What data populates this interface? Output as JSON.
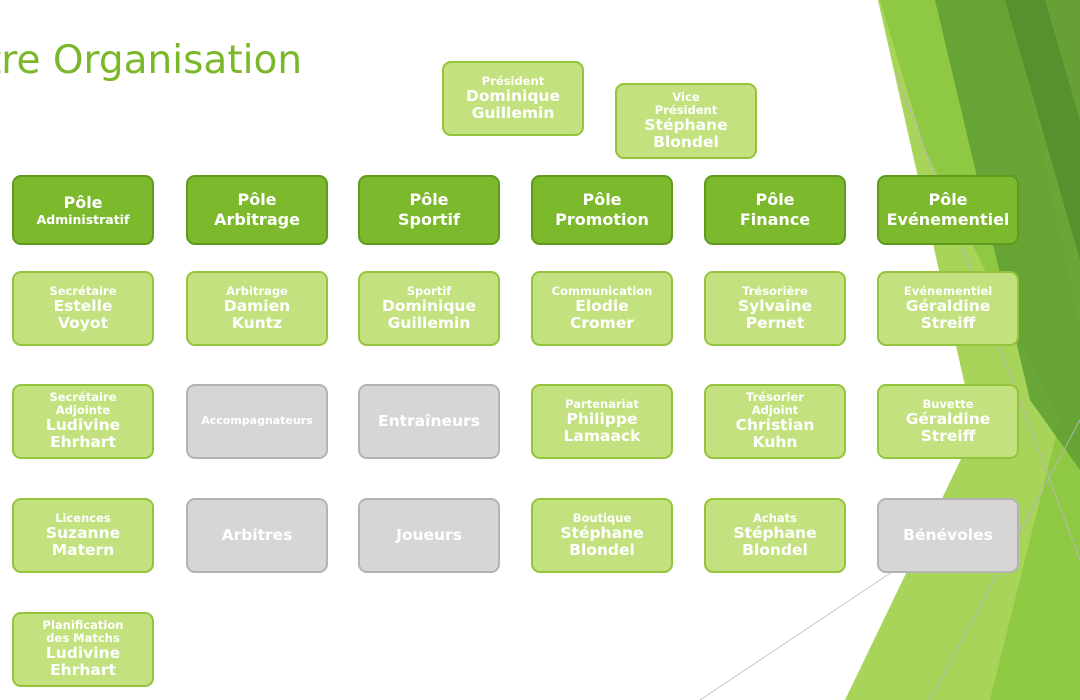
{
  "slide": {
    "title": "tre Organisation",
    "accent_color": "#7ab829"
  },
  "leaders": [
    {
      "role": "Président",
      "name_lines": [
        "Dominique",
        "Guillemin"
      ]
    },
    {
      "role": "Vice Président",
      "role_lines": [
        "Vice",
        "Président"
      ],
      "name_lines": [
        "Stéphane",
        "Blondel"
      ]
    }
  ],
  "poles": [
    {
      "label_lines": [
        "Pôle",
        "Administratif"
      ]
    },
    {
      "label_lines": [
        "Pôle",
        "Arbitrage"
      ]
    },
    {
      "label_lines": [
        "Pôle",
        "Sportif"
      ]
    },
    {
      "label_lines": [
        "Pôle",
        "Promotion"
      ]
    },
    {
      "label_lines": [
        "Pôle",
        "Finance"
      ]
    },
    {
      "label_lines": [
        "Pôle",
        "Evénementiel"
      ]
    }
  ],
  "members": [
    [
      {
        "role_lines": [
          "Secrétaire"
        ],
        "name_lines": [
          "Estelle",
          "Voyot"
        ],
        "style": "light"
      },
      {
        "role_lines": [
          "Secrétaire",
          "Adjointe"
        ],
        "name_lines": [
          "Ludivine",
          "Ehrhart"
        ],
        "style": "light"
      },
      {
        "role_lines": [
          "Licences"
        ],
        "name_lines": [
          "Suzanne",
          "Matern"
        ],
        "style": "light"
      },
      {
        "role_lines": [
          "Planification",
          "des Matchs"
        ],
        "name_lines": [
          "Ludivine",
          "Ehrhart"
        ],
        "style": "light"
      }
    ],
    [
      {
        "role_lines": [
          "Arbitrage"
        ],
        "name_lines": [
          "Damien",
          "Kuntz"
        ],
        "style": "light"
      },
      {
        "role_lines": [],
        "name_lines": [
          "Accompagnateurs"
        ],
        "style": "gray"
      },
      {
        "role_lines": [],
        "name_lines": [
          "Arbitres"
        ],
        "style": "gray"
      }
    ],
    [
      {
        "role_lines": [
          "Sportif"
        ],
        "name_lines": [
          "Dominique",
          "Guillemin"
        ],
        "style": "light"
      },
      {
        "role_lines": [],
        "name_lines": [
          "Entraîneurs"
        ],
        "style": "gray"
      },
      {
        "role_lines": [],
        "name_lines": [
          "Joueurs"
        ],
        "style": "gray"
      }
    ],
    [
      {
        "role_lines": [
          "Communication"
        ],
        "name_lines": [
          "Elodie",
          "Cromer"
        ],
        "style": "light"
      },
      {
        "role_lines": [
          "Partenariat"
        ],
        "name_lines": [
          "Philippe",
          "Lamaack"
        ],
        "style": "light"
      },
      {
        "role_lines": [
          "Boutique"
        ],
        "name_lines": [
          "Stéphane",
          "Blondel"
        ],
        "style": "light"
      }
    ],
    [
      {
        "role_lines": [
          "Trésorière"
        ],
        "name_lines": [
          "Sylvaine",
          "Pernet"
        ],
        "style": "light"
      },
      {
        "role_lines": [
          "Trésorier",
          "Adjoint"
        ],
        "name_lines": [
          "Christian",
          "Kuhn"
        ],
        "style": "light"
      },
      {
        "role_lines": [
          "Achats"
        ],
        "name_lines": [
          "Stéphane",
          "Blondel"
        ],
        "style": "light"
      }
    ],
    [
      {
        "role_lines": [
          "Evénementiel"
        ],
        "name_lines": [
          "Géraldine",
          "Streiff"
        ],
        "style": "light"
      },
      {
        "role_lines": [
          "Buvette"
        ],
        "name_lines": [
          "Géraldine",
          "Streiff"
        ],
        "style": "light"
      },
      {
        "role_lines": [],
        "name_lines": [
          "Bénévoles"
        ],
        "style": "gray"
      }
    ]
  ],
  "colors": {
    "box_light": "#c3e27f",
    "box_dark": "#7cb92c",
    "box_gray": "#d6d6d6",
    "decor_green_1": "#8cc63f",
    "decor_green_2": "#5e9d32",
    "decor_green_3": "#a9d45a"
  }
}
